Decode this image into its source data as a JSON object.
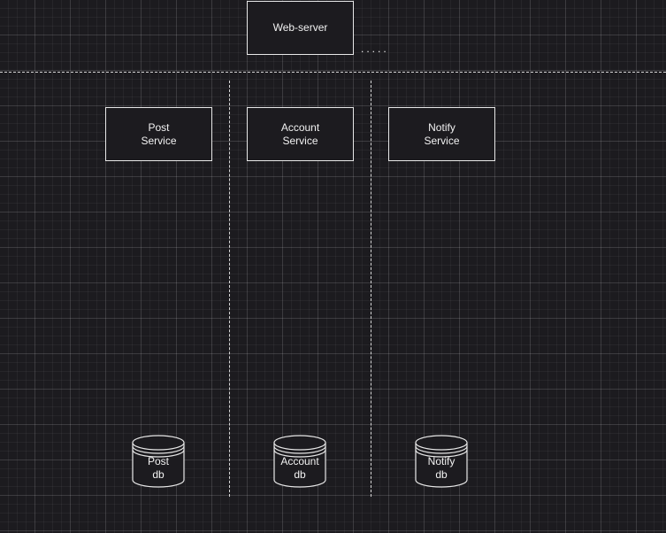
{
  "diagram": {
    "web_server": {
      "label": "Web-server"
    },
    "ellipsis": ".....",
    "services": [
      {
        "label": "Post\nService"
      },
      {
        "label": "Account\nService"
      },
      {
        "label": "Notify\nService"
      }
    ],
    "databases": [
      {
        "label": "Post\ndb"
      },
      {
        "label": "Account\ndb"
      },
      {
        "label": "Notify\ndb"
      }
    ]
  },
  "colors": {
    "background": "#1c1b1f",
    "stroke": "#e8e8e8",
    "text": "#f2f2f2"
  }
}
